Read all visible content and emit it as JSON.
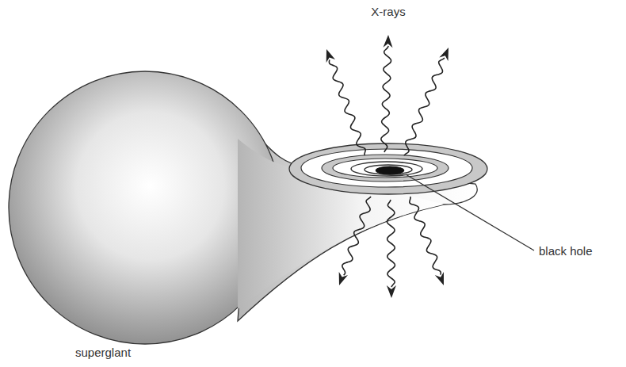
{
  "diagram": {
    "labels": [
      "X-rays",
      "black hole",
      "superglant"
    ]
  }
}
